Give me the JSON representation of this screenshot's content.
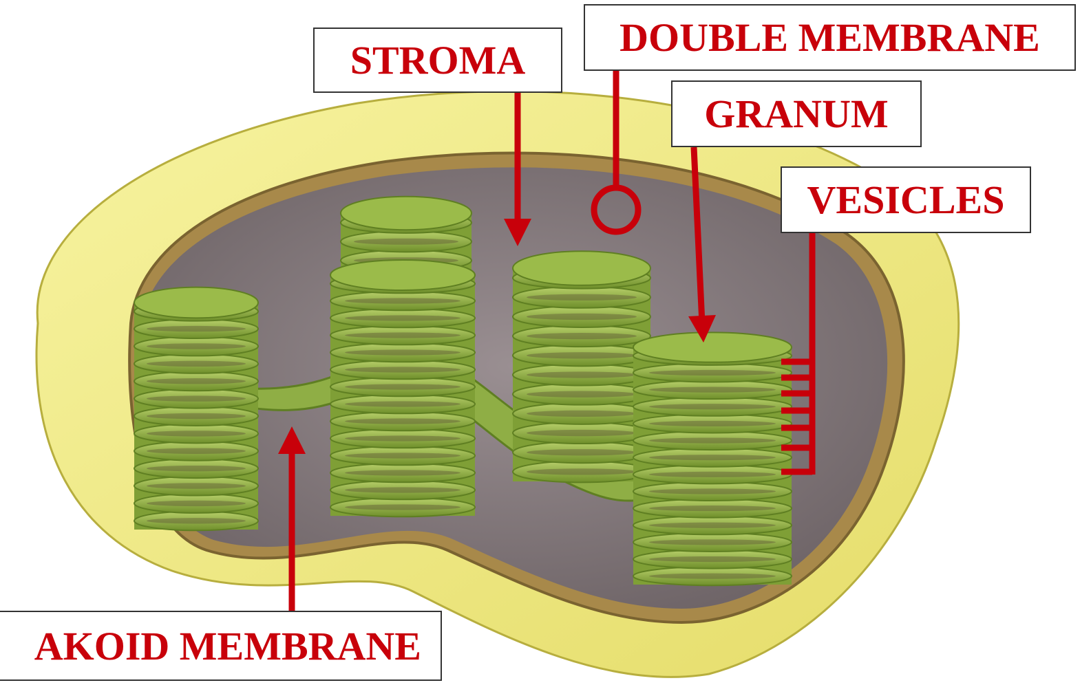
{
  "labels": {
    "stroma": "STROMA",
    "double_membrane": "DOUBLE MEMBRANE",
    "granum": "GRANUM",
    "vesicles": "VESICLES",
    "thylakoid_membrane": "AKOID MEMBRANE"
  },
  "colors": {
    "label_text": "#c8000a",
    "pointer": "#c8000a",
    "outer_membrane": "#f2ee8c",
    "stroma": "#8a7f83",
    "thylakoid": "#9bbb4a",
    "thylakoid_dark": "#5f7f22"
  }
}
